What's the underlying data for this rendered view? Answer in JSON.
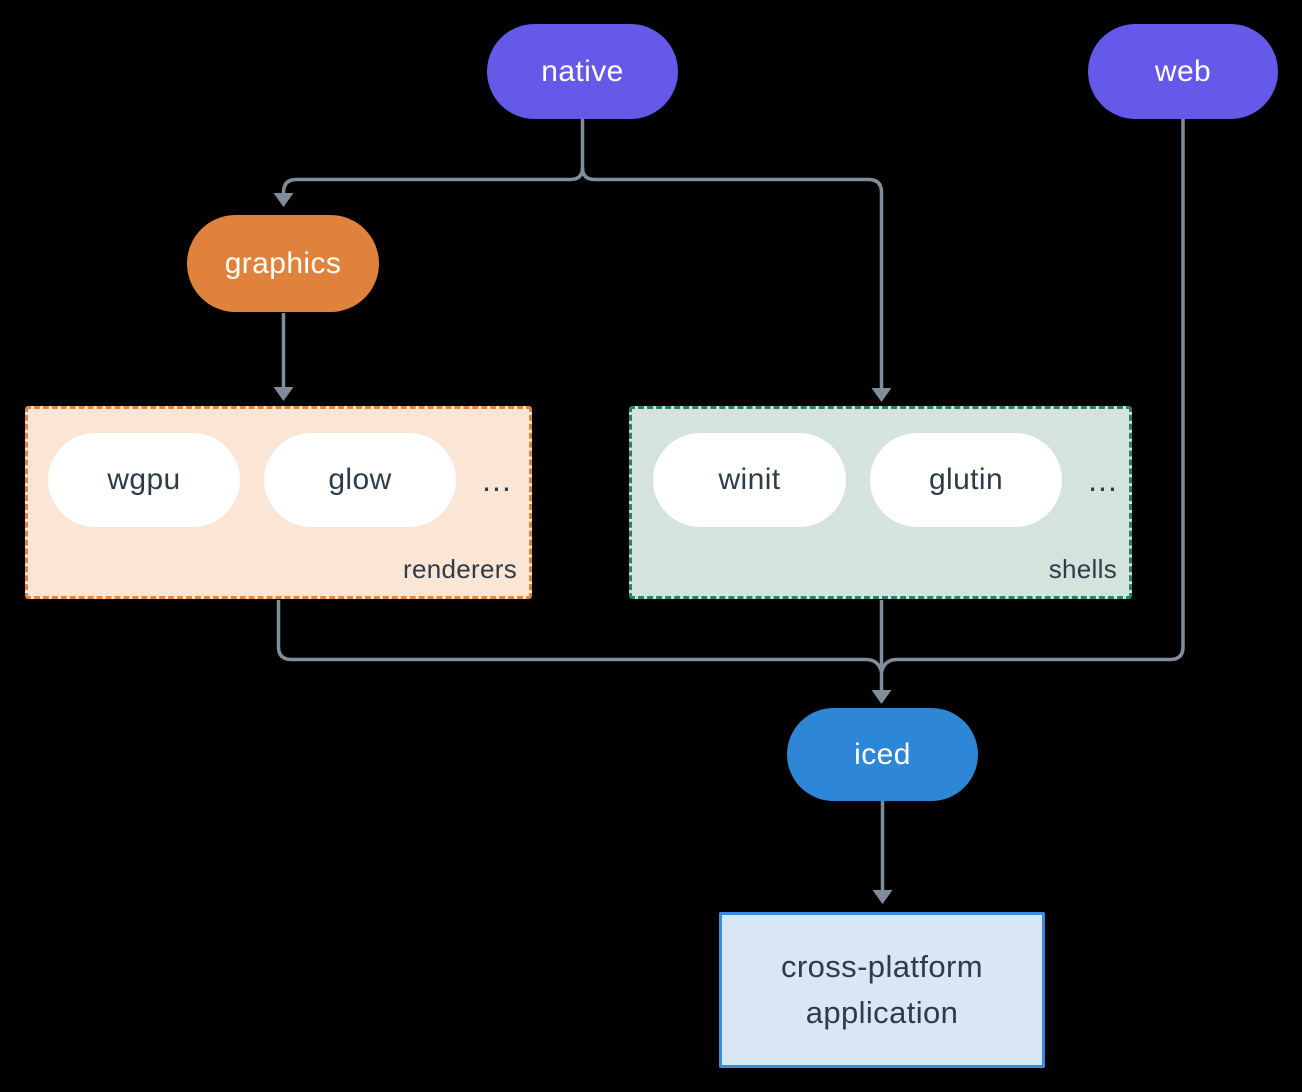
{
  "colors": {
    "background": "#000000",
    "node_purple": "#6559e9",
    "node_orange": "#e0823c",
    "node_blue": "#2d87d6",
    "white_pill": "#ffffff",
    "dark_text": "#2e3c49",
    "connector": "#808d9b",
    "renderers_fill": "#fbe5d4",
    "renderers_border": "#e0873f",
    "shells_fill": "#d5e3dd",
    "shells_border": "#2a8073",
    "app_fill": "#d8e6f6",
    "app_border": "#3a8ed9"
  },
  "nodes": {
    "native": {
      "label": "native"
    },
    "web": {
      "label": "web"
    },
    "graphics": {
      "label": "graphics"
    },
    "iced": {
      "label": "iced"
    },
    "app": {
      "line1": "cross-platform",
      "line2": "application"
    }
  },
  "groups": {
    "renderers": {
      "label": "renderers",
      "pills": [
        "wgpu",
        "glow"
      ],
      "ellipsis": "..."
    },
    "shells": {
      "label": "shells",
      "pills": [
        "winit",
        "glutin"
      ],
      "ellipsis": "..."
    }
  }
}
